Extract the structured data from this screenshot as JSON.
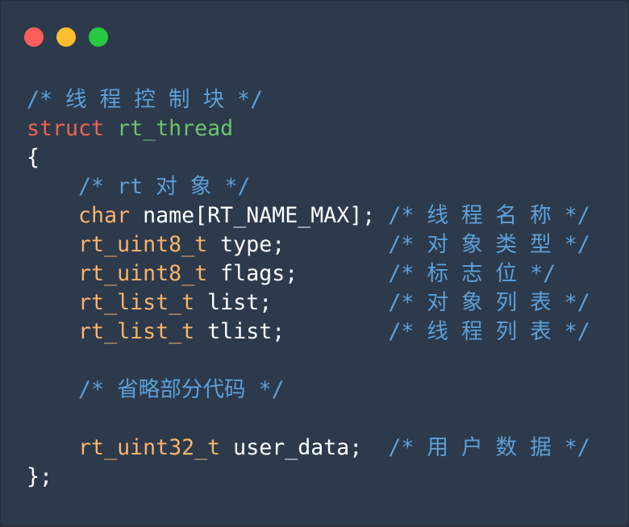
{
  "window": {
    "controls": [
      {
        "name": "close-button",
        "color": "#ff5f57"
      },
      {
        "name": "minimize-button",
        "color": "#febc2e"
      },
      {
        "name": "maximize-button",
        "color": "#28c840"
      }
    ]
  },
  "colors": {
    "background": "#2c3a4c",
    "comment": "#5d9fd7",
    "keyword": "#f0624f",
    "struct_name": "#6cc36c",
    "type": "#f9b36b",
    "plain": "#ffffff"
  },
  "code": {
    "lines": [
      {
        "tokens": [
          {
            "text": "/* 线 程 控 制 块 */",
            "kind": "comment"
          }
        ]
      },
      {
        "tokens": [
          {
            "text": "struct",
            "kind": "keyword"
          },
          {
            "text": " ",
            "kind": "plain"
          },
          {
            "text": "rt_thread",
            "kind": "struct_name"
          }
        ]
      },
      {
        "tokens": [
          {
            "text": "{",
            "kind": "plain"
          }
        ]
      },
      {
        "tokens": [
          {
            "text": "    ",
            "kind": "plain"
          },
          {
            "text": "/* rt 对 象 */",
            "kind": "comment"
          }
        ]
      },
      {
        "tokens": [
          {
            "text": "    ",
            "kind": "plain"
          },
          {
            "text": "char",
            "kind": "type"
          },
          {
            "text": " name[RT_NAME_MAX]; ",
            "kind": "plain"
          },
          {
            "text": "/* 线 程 名 称 */",
            "kind": "comment"
          }
        ]
      },
      {
        "tokens": [
          {
            "text": "    ",
            "kind": "plain"
          },
          {
            "text": "rt_uint8_t",
            "kind": "type"
          },
          {
            "text": " type;        ",
            "kind": "plain"
          },
          {
            "text": "/* 对 象 类 型 */",
            "kind": "comment"
          }
        ]
      },
      {
        "tokens": [
          {
            "text": "    ",
            "kind": "plain"
          },
          {
            "text": "rt_uint8_t",
            "kind": "type"
          },
          {
            "text": " flags;       ",
            "kind": "plain"
          },
          {
            "text": "/* 标 志 位 */",
            "kind": "comment"
          }
        ]
      },
      {
        "tokens": [
          {
            "text": "    ",
            "kind": "plain"
          },
          {
            "text": "rt_list_t",
            "kind": "type"
          },
          {
            "text": " list;         ",
            "kind": "plain"
          },
          {
            "text": "/* 对 象 列 表 */",
            "kind": "comment"
          }
        ]
      },
      {
        "tokens": [
          {
            "text": "    ",
            "kind": "plain"
          },
          {
            "text": "rt_list_t",
            "kind": "type"
          },
          {
            "text": " tlist;        ",
            "kind": "plain"
          },
          {
            "text": "/* 线 程 列 表 */",
            "kind": "comment"
          }
        ]
      },
      {
        "tokens": [
          {
            "text": " ",
            "kind": "plain"
          }
        ]
      },
      {
        "tokens": [
          {
            "text": "    ",
            "kind": "plain"
          },
          {
            "text": "/* 省略部分代码 */",
            "kind": "comment"
          }
        ]
      },
      {
        "tokens": [
          {
            "text": " ",
            "kind": "plain"
          }
        ]
      },
      {
        "tokens": [
          {
            "text": "    ",
            "kind": "plain"
          },
          {
            "text": "rt_uint32_t",
            "kind": "type"
          },
          {
            "text": " user_data;  ",
            "kind": "plain"
          },
          {
            "text": "/* 用 户 数 据 */",
            "kind": "comment"
          }
        ]
      },
      {
        "tokens": [
          {
            "text": "};",
            "kind": "plain"
          }
        ]
      }
    ]
  }
}
